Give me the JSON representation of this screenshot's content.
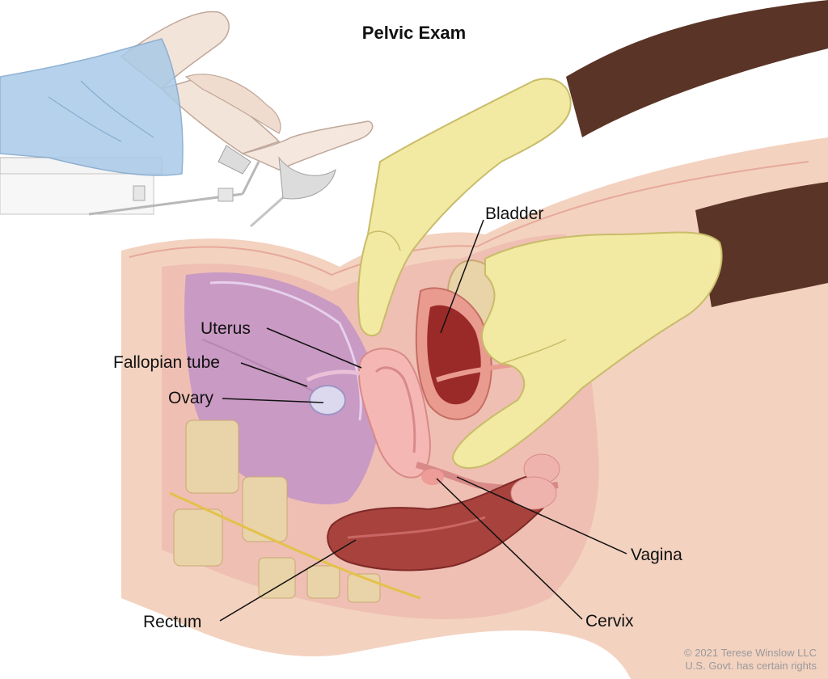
{
  "title": "Pelvic Exam",
  "labels": {
    "bladder": "Bladder",
    "uterus": "Uterus",
    "fallopian_tube": "Fallopian tube",
    "ovary": "Ovary",
    "rectum": "Rectum",
    "vagina": "Vagina",
    "cervix": "Cervix"
  },
  "credit": {
    "line1": "© 2021 Terese Winslow LLC",
    "line2": "U.S. Govt. has certain rights"
  },
  "colors": {
    "skin": "#f3d2c0",
    "tissue_pink": "#efb3ae",
    "peritoneum_purple": "#c99ac4",
    "bladder_wall": "#e99b8f",
    "bladder_lumen": "#9a2a28",
    "rectum": "#a8423d",
    "bone": "#e9d3a8",
    "glove": "#f2e9a2",
    "hand_skin": "#5a3426",
    "gown": "#a9c9e8"
  }
}
